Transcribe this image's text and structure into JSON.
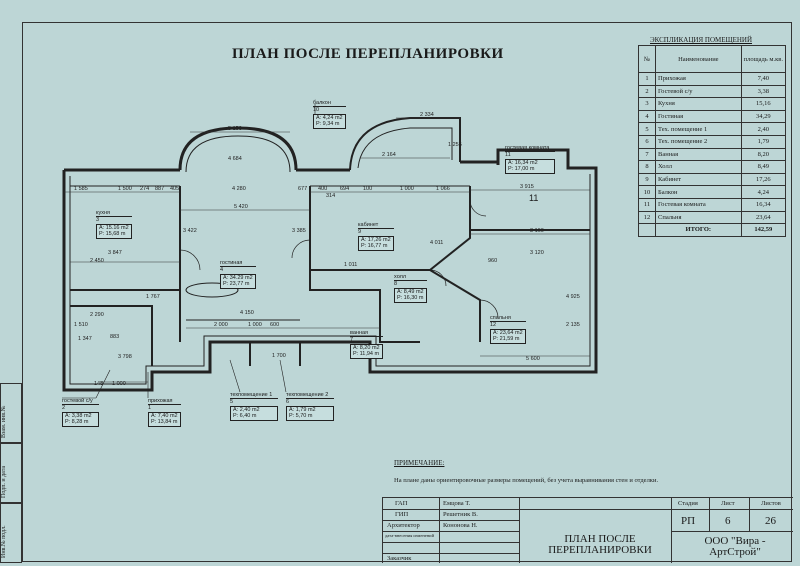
{
  "title": "ПЛАН ПОСЛЕ ПЕРЕПЛАНИРОВКИ",
  "explication": {
    "title": "ЭКСПЛИКАЦИЯ ПОМЕЩЕНИЙ",
    "headers": [
      "№",
      "Наименование",
      "площадь м.кв."
    ],
    "rows": [
      {
        "n": "1",
        "name": "Прихожая",
        "area": "7,40"
      },
      {
        "n": "2",
        "name": "Гостевой с/у",
        "area": "3,38"
      },
      {
        "n": "3",
        "name": "Кухня",
        "area": "15,16"
      },
      {
        "n": "4",
        "name": "Гостиная",
        "area": "34,29"
      },
      {
        "n": "5",
        "name": "Тех. помещение 1",
        "area": "2,40"
      },
      {
        "n": "6",
        "name": "Тех. помещение 2",
        "area": "1,79"
      },
      {
        "n": "7",
        "name": "Ванная",
        "area": "8,20"
      },
      {
        "n": "8",
        "name": "Холл",
        "area": "8,49"
      },
      {
        "n": "9",
        "name": "Кабинет",
        "area": "17,26"
      },
      {
        "n": "10",
        "name": "Балкон",
        "area": "4,24"
      },
      {
        "n": "11",
        "name": "Гостевая комната",
        "area": "16,34"
      },
      {
        "n": "12",
        "name": "Спальня",
        "area": "23,64"
      }
    ],
    "total_label": "ИТОГО:",
    "total_value": "142,59"
  },
  "rooms": [
    {
      "name": "кухня",
      "num": "3",
      "a": "А: 15.16 m2",
      "p": "Р: 15,68 m"
    },
    {
      "name": "гостиная",
      "num": "4",
      "a": "А: 34.29 m2",
      "p": "Р: 23,77 m"
    },
    {
      "name": "балкон",
      "num": "10",
      "a": "А: 4,24 m2",
      "p": "Р: 9,34 m"
    },
    {
      "name": "кабинет",
      "num": "9",
      "a": "А: 17,26 m2",
      "p": "Р: 16,77 m"
    },
    {
      "name": "гостевая комната",
      "num": "11",
      "a": "А: 16,34 m2",
      "p": "Р: 17,00 m"
    },
    {
      "name": "холл",
      "num": "8",
      "a": "А: 8,49 m2",
      "p": "Р: 16,30 m"
    },
    {
      "name": "спальня",
      "num": "12",
      "a": "А: 23,64 m2",
      "p": "Р: 21,59 m"
    },
    {
      "name": "ванная",
      "num": "7",
      "a": "А: 8,20 m2",
      "p": "Р: 11,94 m"
    },
    {
      "name": "гостевой с/у",
      "num": "2",
      "a": "А: 3,38 m2",
      "p": "Р: 8,28 m"
    },
    {
      "name": "прихожая",
      "num": "1",
      "a": "А: 7,40 m2",
      "p": "Р: 13,84 m"
    },
    {
      "name": "техпомещение 1",
      "num": "5",
      "a": "А: 2,40 m2",
      "p": "Р: 6,40 m"
    },
    {
      "name": "техпомещение 2",
      "num": "6",
      "a": "А: 1,79 m2",
      "p": "Р: 5,70 m"
    }
  ],
  "room11_big": "11",
  "dims": [
    "5 150",
    "4 684",
    "2 334",
    "2 164",
    "1 585",
    "1 500",
    "274",
    "887",
    "405",
    "4 280",
    "677",
    "400",
    "694",
    "314",
    "100",
    "1 000",
    "1 066",
    "3 915",
    "3 160",
    "5 420",
    "3 847",
    "2 450",
    "3 120",
    "5 600",
    "4 150",
    "2 000",
    "1 000",
    "600",
    "1 700",
    "3 798",
    "1 000",
    "148",
    "2 290",
    "1 347",
    "883",
    "1 510",
    "1 767",
    "3 385",
    "4 925",
    "2 135",
    "3 422",
    "1 011",
    "4 011",
    "960",
    "1 255"
  ],
  "note_title": "ПРИМЕЧАНИЕ:",
  "note_text": "На плане даны ориентировочные размеры помещений, без учета выравнивания стен и отделки.",
  "stamp": {
    "gap_label": "ГАП",
    "gap_name": "Емцова Т.",
    "gip_label": "ГИП",
    "gip_name": "Решетник В.",
    "arch_label": "Архитектор",
    "arch_name": "Кононова Н.",
    "inspect_label": "дата-внесения изменений",
    "client_label": "Заказчик",
    "doc_title": "ПЛАН ПОСЛЕ ПЕРЕПЛАНИРОВКИ",
    "stage_h": "Стадия",
    "sheet_h": "Лист",
    "sheets_h": "Листов",
    "stage": "РП",
    "sheet": "6",
    "sheets": "26",
    "company": "ООО  \"Вира - АртСтрой\""
  },
  "side_labels": [
    "Взам. инв.№",
    "Подп. и дата",
    "Инв.№ подл."
  ]
}
